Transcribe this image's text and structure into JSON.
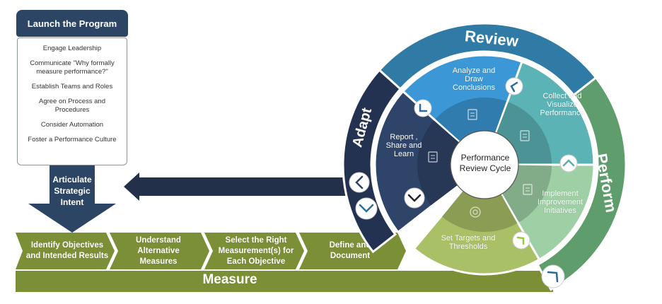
{
  "launch": {
    "title": "Launch the Program",
    "items": [
      "Engage Leadership",
      "Communicate \"Why formally measure performance?\"",
      "Establish Teams and Roles",
      "Agree on Process and Procedures",
      "Consider Automation",
      "Foster a Performance Culture"
    ]
  },
  "intent_arrow": {
    "label": "Articulate Strategic Intent"
  },
  "measure": {
    "label": "Measure",
    "steps": [
      "Identify Objectives and Intended Results",
      "Understand Alternative Measures",
      "Select the Right Measurement(s) for Each Objective",
      "Define and Document"
    ]
  },
  "cycle": {
    "center": "Performance Review Cycle",
    "phases": [
      "Review",
      "Perform",
      "Adapt"
    ],
    "segments": [
      "Analyze and Draw Conclusions",
      "Collect and Visualize Performance",
      "Implement Improvement Initiatives",
      "Set Targets and Thresholds",
      "Report , Share and Learn"
    ]
  },
  "colors": {
    "navy": "#2c4565",
    "dark_navy": "#22304a",
    "olive": "#7a8f36",
    "review_blue": "#2f7ba6",
    "analyze_blue": "#3c97d6",
    "collect_teal": "#5bb3b5",
    "implement_green": "#9fd0a5",
    "targets_green": "#a9c066",
    "report_navy": "#2e4468",
    "perform_green": "#5f9d6c",
    "adapt_navy": "#233250"
  }
}
